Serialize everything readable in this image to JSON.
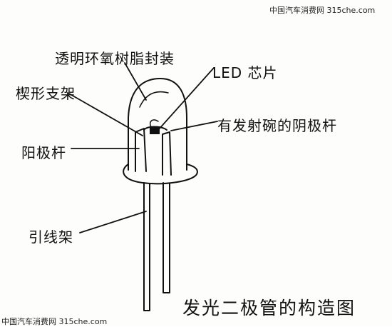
{
  "watermark_top": "中国汽车消费网 315che.com",
  "watermark_bottom": "中国汽车消费网 315che.com",
  "caption": "发光二极管的构造图",
  "labels": {
    "epoxy": "透明环氧树脂封装",
    "led_chip": "LED 芯片",
    "wedge": "楔形支架",
    "cathode_cup": "有发射碗的阴极杆",
    "anode": "阳极杆",
    "lead": "引线架"
  }
}
